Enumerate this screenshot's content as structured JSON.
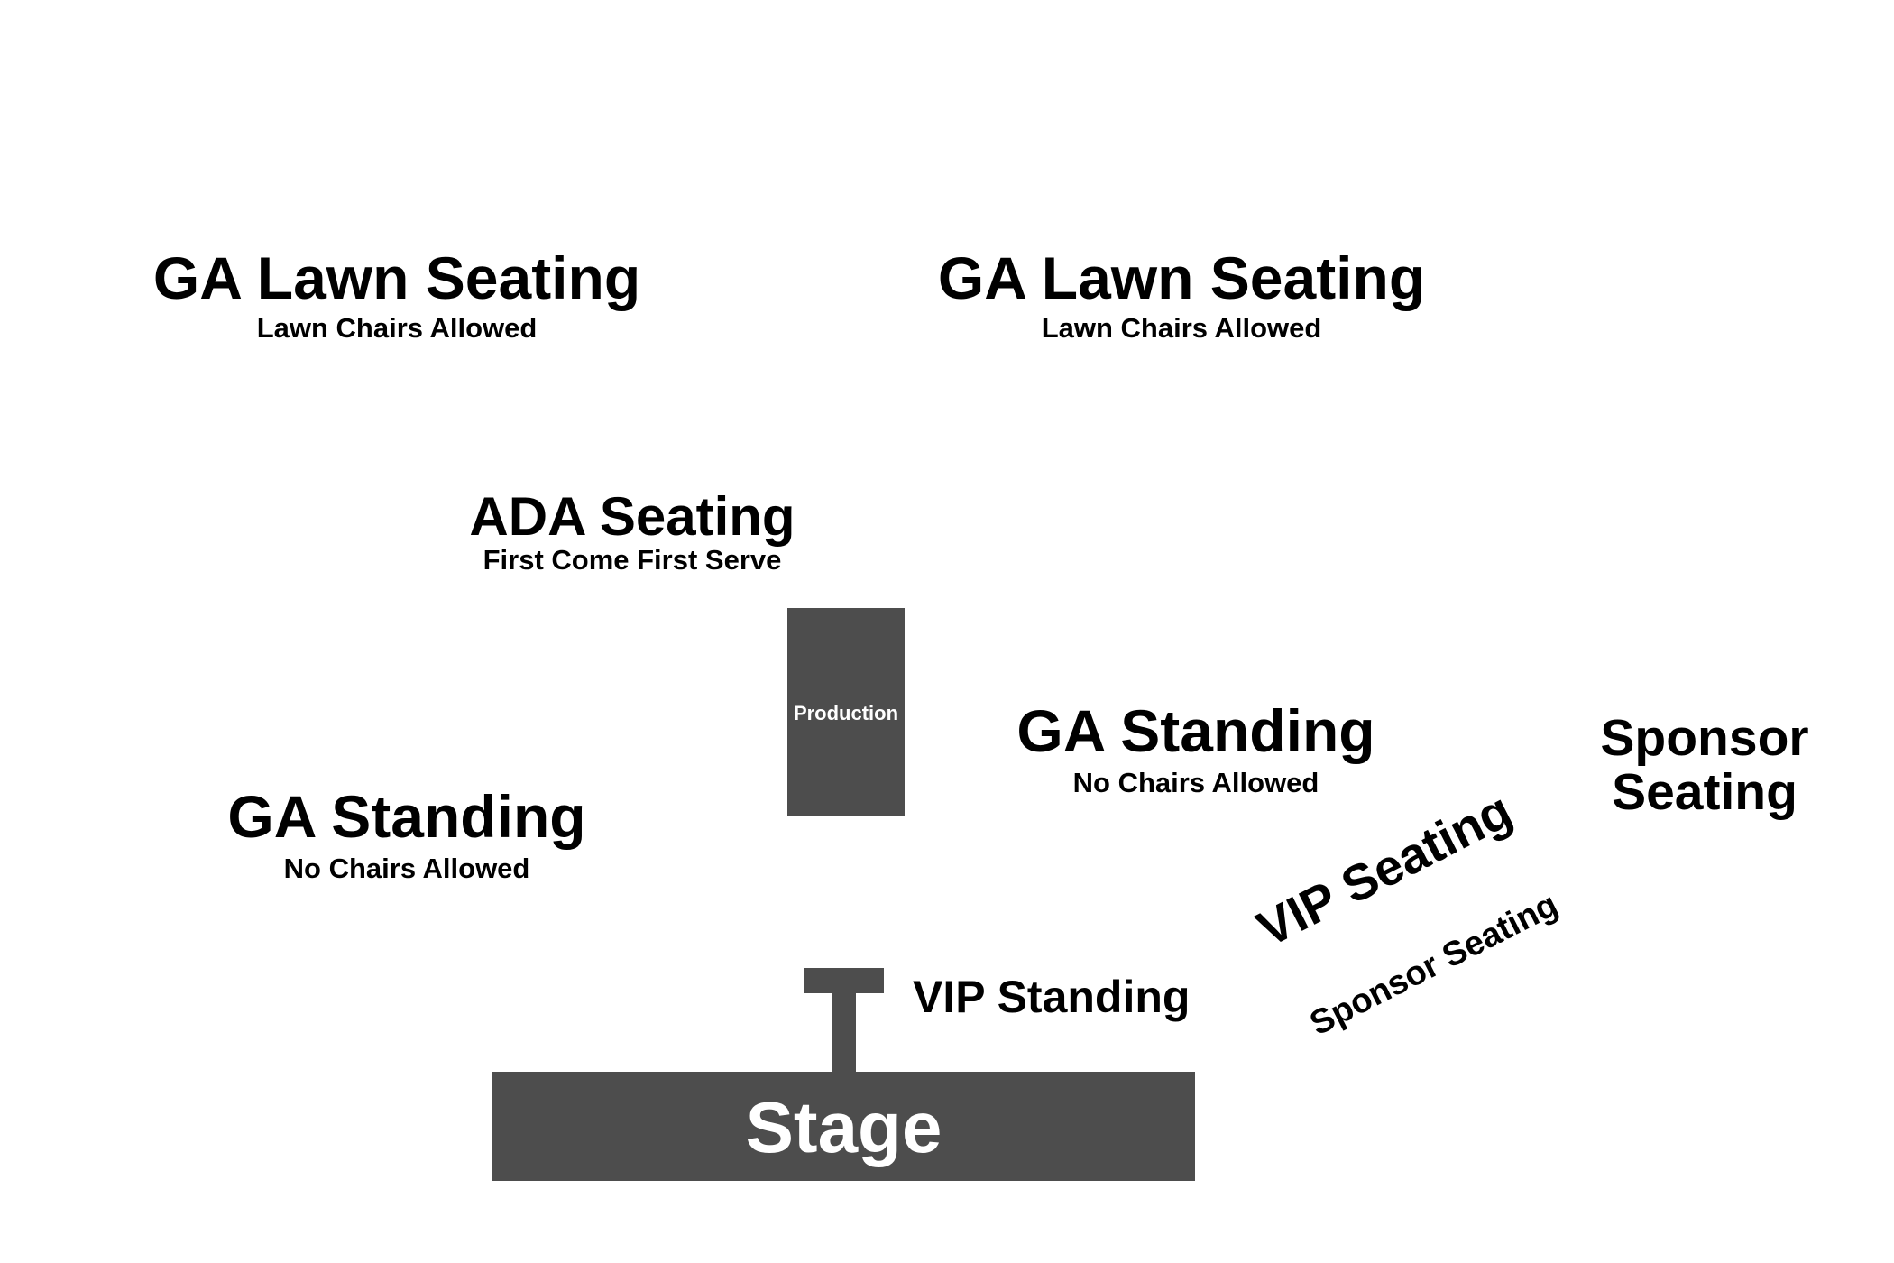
{
  "sections": {
    "lawn_left": {
      "title": "GA Lawn Seating",
      "subtitle": "Lawn Chairs Allowed"
    },
    "lawn_right": {
      "title": "GA Lawn Seating",
      "subtitle": "Lawn Chairs Allowed"
    },
    "ada": {
      "title": "ADA Seating",
      "subtitle": "First Come First Serve"
    },
    "standing_left": {
      "title": "GA Standing",
      "subtitle": "No Chairs Allowed"
    },
    "standing_right": {
      "title": "GA Standing",
      "subtitle": "No Chairs Allowed"
    },
    "sponsor_right": {
      "line1": "Sponsor",
      "line2": "Seating"
    },
    "vip_seating": {
      "title": "VIP Seating"
    },
    "sponsor_angled": {
      "title": "Sponsor Seating"
    },
    "vip_standing": {
      "title": "VIP Standing"
    },
    "production": {
      "label": "Production"
    },
    "stage": {
      "label": "Stage"
    }
  },
  "colors": {
    "block_fill": "#4d4d4d",
    "block_text": "#ffffff",
    "label_text": "#000000",
    "background": "#ffffff"
  }
}
